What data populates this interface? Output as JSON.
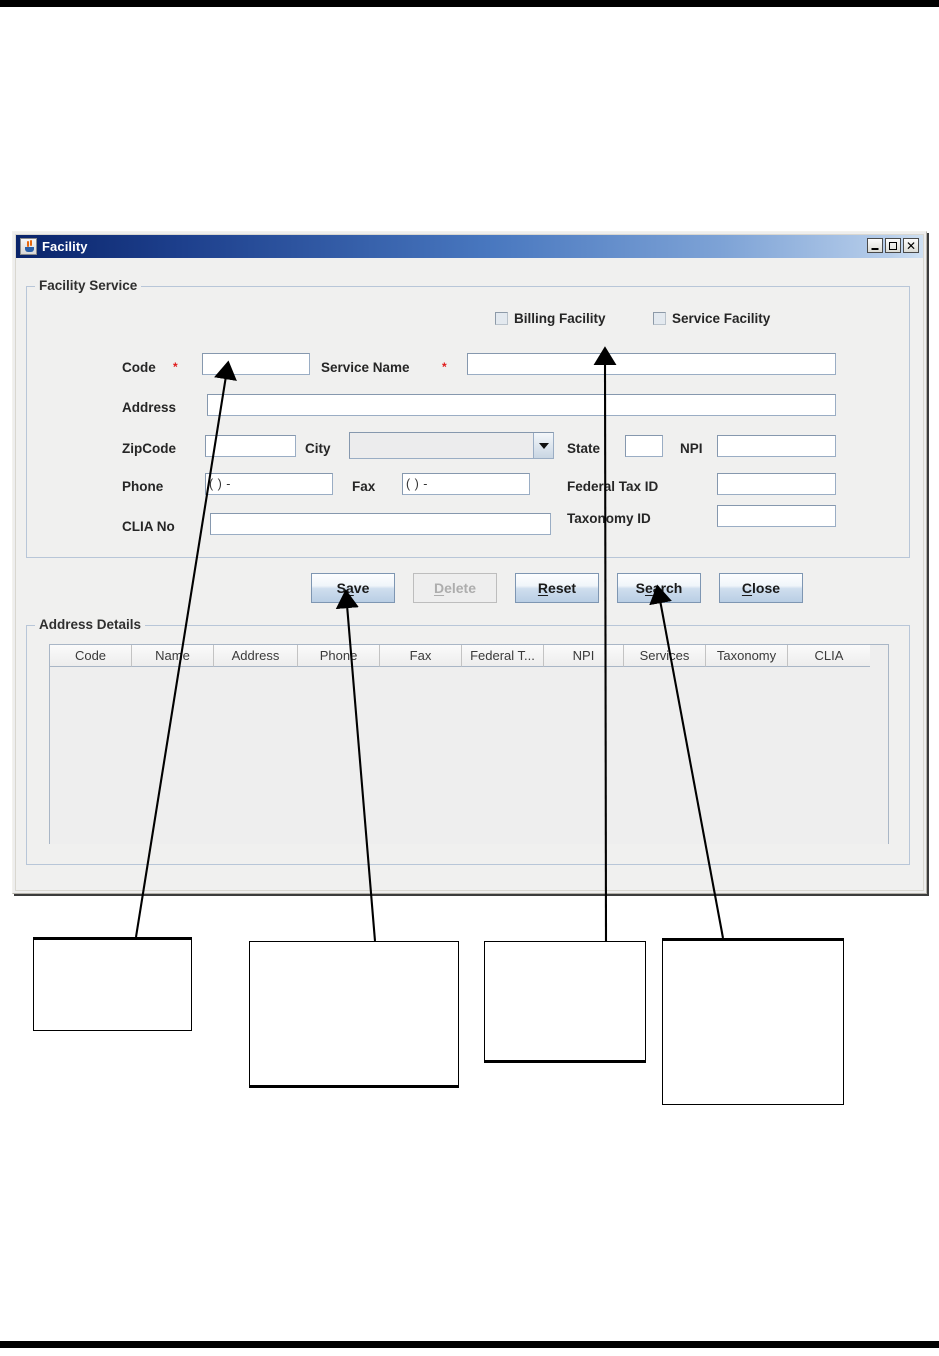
{
  "window": {
    "title": "Facility",
    "icon": "java-coffee-cup-icon",
    "controls": {
      "minimize": "_",
      "maximize": "□",
      "close": "✕"
    }
  },
  "facility_service": {
    "group_title": "Facility Service",
    "checkboxes": [
      {
        "name": "billing-facility",
        "label": "Billing Facility",
        "checked": false
      },
      {
        "name": "service-facility",
        "label": "Service Facility",
        "checked": false
      }
    ],
    "fields": {
      "code": {
        "label": "Code",
        "required": true,
        "required_mark": "*",
        "value": "",
        "placeholder": ""
      },
      "service_name": {
        "label": "Service Name",
        "required": true,
        "required_mark": "*",
        "value": "",
        "placeholder": ""
      },
      "address": {
        "label": "Address",
        "required": false,
        "value": "",
        "placeholder": ""
      },
      "zipcode": {
        "label": "ZipCode",
        "required": false,
        "value": "",
        "placeholder": ""
      },
      "city": {
        "label": "City",
        "required": false,
        "value": "",
        "type": "combobox"
      },
      "state": {
        "label": "State",
        "required": false,
        "value": "",
        "placeholder": ""
      },
      "npi": {
        "label": "NPI",
        "required": false,
        "value": "",
        "placeholder": ""
      },
      "phone": {
        "label": "Phone",
        "required": false,
        "value": "(   )    -",
        "mask": "(   )    -"
      },
      "fax": {
        "label": "Fax",
        "required": false,
        "value": "(   )    -",
        "mask": "(   )    -"
      },
      "federal_tax_id": {
        "label": "Federal Tax ID",
        "required": false,
        "value": "",
        "placeholder": ""
      },
      "clia_no": {
        "label": "CLIA No",
        "required": false,
        "value": "",
        "placeholder": ""
      },
      "taxonomy_id": {
        "label": "Taxonomy ID",
        "required": false,
        "value": "",
        "placeholder": ""
      }
    }
  },
  "buttons": [
    {
      "name": "save-button",
      "label_before": "S",
      "mnemonic": "a",
      "label_after": "ve",
      "enabled": true
    },
    {
      "name": "delete-button",
      "label_before": "",
      "mnemonic": "D",
      "label_after": "elete",
      "enabled": false
    },
    {
      "name": "reset-button",
      "label_before": "",
      "mnemonic": "R",
      "label_after": "eset",
      "enabled": true
    },
    {
      "name": "search-button",
      "label_before": "S",
      "mnemonic": "e",
      "label_after": "arch",
      "enabled": true
    },
    {
      "name": "close-button",
      "label_before": "",
      "mnemonic": "C",
      "label_after": "lose",
      "enabled": true
    }
  ],
  "address_details": {
    "group_title": "Address Details",
    "columns": [
      {
        "label": "Code",
        "width": 82
      },
      {
        "label": "Name",
        "width": 82
      },
      {
        "label": "Address",
        "width": 84
      },
      {
        "label": "Phone",
        "width": 82
      },
      {
        "label": "Fax",
        "width": 82
      },
      {
        "label": "Federal T...",
        "width": 82
      },
      {
        "label": "NPI",
        "width": 80
      },
      {
        "label": "Services",
        "width": 82
      },
      {
        "label": "Taxonomy",
        "width": 82
      },
      {
        "label": "CLIA",
        "width": 82
      }
    ],
    "rows": []
  },
  "callouts": [
    {
      "name": "callout-box-1",
      "text": ""
    },
    {
      "name": "callout-box-2",
      "text": ""
    },
    {
      "name": "callout-box-3",
      "text": ""
    },
    {
      "name": "callout-box-4",
      "text": ""
    }
  ],
  "colors": {
    "titlebar_dark": "#0a246a",
    "titlebar_light": "#cfe0f2",
    "required_asterisk": "#e01b1b",
    "panel_bg": "#f0f0ef",
    "field_border": "#9aadc4",
    "button_accent": "#b9cee4"
  }
}
